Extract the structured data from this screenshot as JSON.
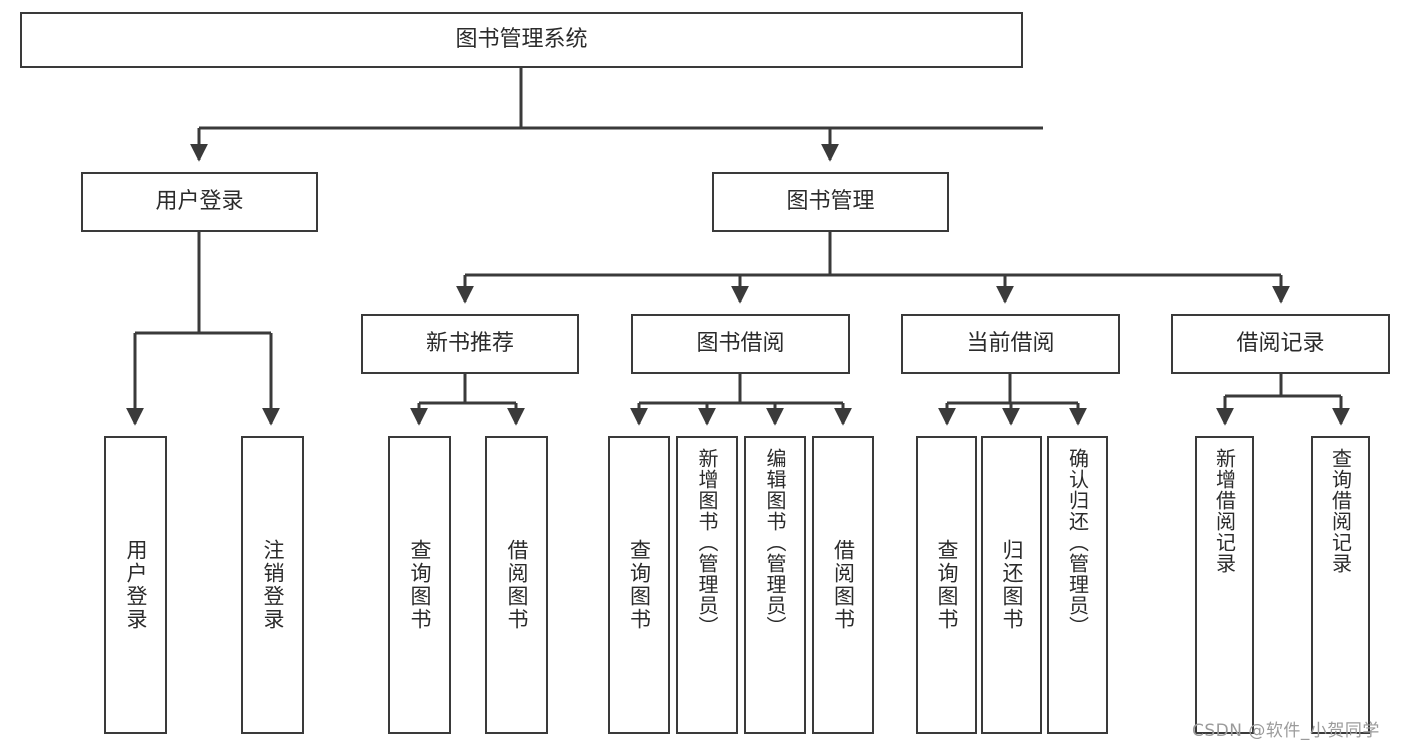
{
  "diagram": {
    "title": "图书管理系统",
    "type": "功能结构图",
    "root": {
      "id": "root",
      "label": "图书管理系统"
    },
    "level1": [
      {
        "id": "user-login",
        "label": "用户登录"
      },
      {
        "id": "book-management",
        "label": "图书管理"
      }
    ],
    "level2": [
      {
        "id": "new-book-recommend",
        "label": "新书推荐",
        "parent": "book-management"
      },
      {
        "id": "book-borrow",
        "label": "图书借阅",
        "parent": "book-management"
      },
      {
        "id": "current-borrow",
        "label": "当前借阅",
        "parent": "book-management"
      },
      {
        "id": "borrow-record",
        "label": "借阅记录",
        "parent": "book-management"
      }
    ],
    "leaves": {
      "user-login": [
        {
          "id": "leaf-user-login",
          "label": "用户登录"
        },
        {
          "id": "leaf-user-logout",
          "label": "注销登录"
        }
      ],
      "new-book-recommend": [
        {
          "id": "leaf-query-book-1",
          "label": "查询图书"
        },
        {
          "id": "leaf-borrow-book-1",
          "label": "借阅图书"
        }
      ],
      "book-borrow": [
        {
          "id": "leaf-query-book-2",
          "label": "查询图书"
        },
        {
          "id": "leaf-add-book",
          "label": "新增图书（管理员）"
        },
        {
          "id": "leaf-edit-book",
          "label": "编辑图书（管理员）"
        },
        {
          "id": "leaf-borrow-book-2",
          "label": "借阅图书"
        }
      ],
      "current-borrow": [
        {
          "id": "leaf-query-book-3",
          "label": "查询图书"
        },
        {
          "id": "leaf-return-book",
          "label": "归还图书"
        },
        {
          "id": "leaf-confirm-return",
          "label": "确认归还（管理员）"
        }
      ],
      "borrow-record": [
        {
          "id": "leaf-add-record",
          "label": "新增借阅记录"
        },
        {
          "id": "leaf-query-record",
          "label": "查询借阅记录"
        }
      ]
    },
    "colors": {
      "stroke": "#3a3a3a",
      "fill": "#ffffff",
      "text": "#2b2b2b",
      "watermark": "#9b9b9b"
    }
  },
  "watermark": {
    "text": "CSDN @软件_小贺同学"
  }
}
